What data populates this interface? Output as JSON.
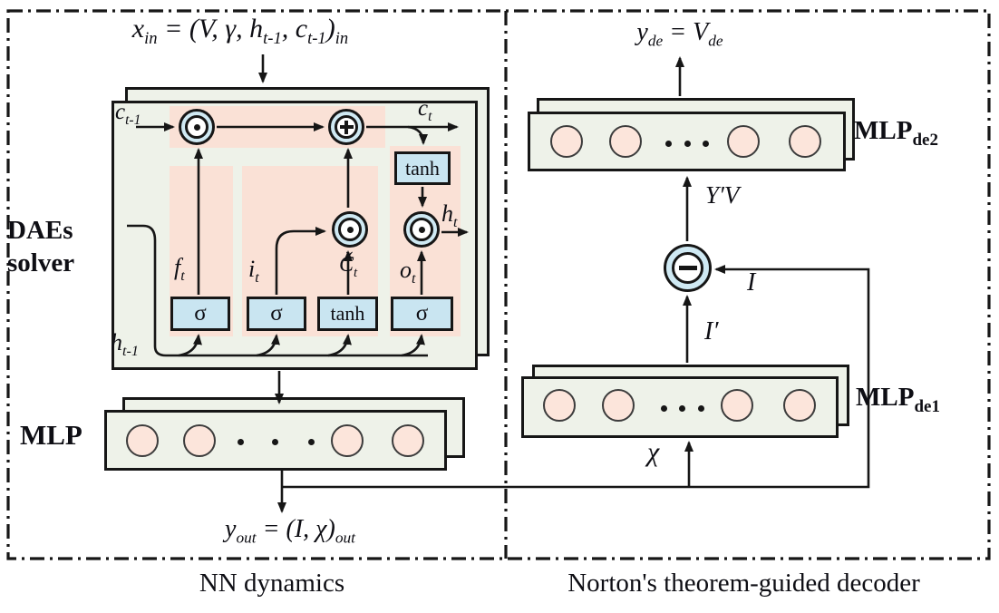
{
  "regions": {
    "left_caption": "NN dynamics",
    "right_caption": "Norton's theorem-guided decoder"
  },
  "nn_dynamics": {
    "input_formula": "x<sub>in</sub> = (V, γ, h<sub>t-1</sub>, c<sub>t-1</sub>)<sub>in</sub>",
    "output_formula": "y<sub>out</sub> = (I, χ)<sub>out</sub>",
    "solver_label_line1": "DAEs",
    "solver_label_line2": "solver",
    "mlp_label": "MLP",
    "lstm": {
      "c_prev": "c<sub>t-1</sub>",
      "c_next": "c<sub>t</sub>",
      "h_prev": "h<sub>t-1</sub>",
      "h_next": "h<sub>t</sub>",
      "forget_signal": "f<sub>t</sub>",
      "input_signal": "i<sub>t</sub>",
      "candidate_signal": "Č<sub>t</sub>",
      "output_signal": "o<sub>t</sub>",
      "forget_gate": "σ",
      "input_gate": "σ",
      "candidate_gate": "tanh",
      "output_gate": "σ",
      "tanh_block": "tanh",
      "multiply_symbol": "⊙",
      "add_symbol": "⊕"
    }
  },
  "decoder": {
    "output_formula": "y<sub>de</sub> = V<sub>de</sub>",
    "mlp_de2_label": "MLP",
    "mlp_de2_sub": "de2",
    "mlp_de1_label": "MLP",
    "mlp_de1_sub": "de1",
    "yv_label": "Y′V",
    "current_label": "I",
    "current_est_label": "I′",
    "chi_label": "χ",
    "subtract_symbol": "⊖"
  },
  "colors": {
    "highlight_band": "#fae1d6",
    "layer_fill": "#eef2e9",
    "gate_fill": "#c9e5f1",
    "neuron_fill": "#fce5db",
    "line": "#161616"
  }
}
